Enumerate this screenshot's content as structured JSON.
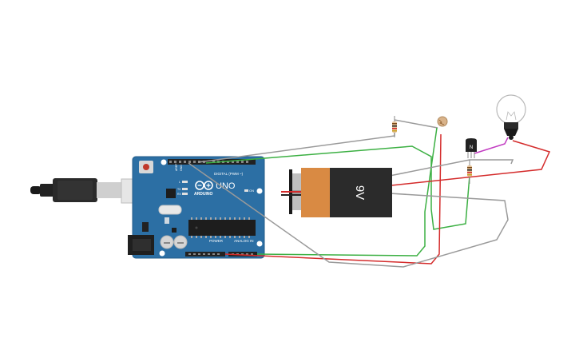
{
  "circuit": {
    "board": {
      "brand_label": "ARDUINO",
      "model_label": "UNO",
      "digital_label": "DIGITAL (PWM ~)",
      "power_label": "POWER",
      "analog_label": "ANALOG IN",
      "aref_label": "AREF",
      "gnd_label": "GND",
      "tx_label": "TX",
      "rx_label": "RX",
      "l_label": "L",
      "on_label": "ON"
    },
    "battery": {
      "voltage_label": "9V"
    },
    "transistor": {
      "label": "N"
    },
    "colors": {
      "board_blue": "#2c6fa4",
      "wire_green": "#3cb043",
      "wire_red": "#d42b2b",
      "wire_gray": "#9a9a9a",
      "wire_magenta": "#c23cc2",
      "battery_orange": "#d98a43",
      "battery_dark": "#2b2b2b"
    }
  }
}
